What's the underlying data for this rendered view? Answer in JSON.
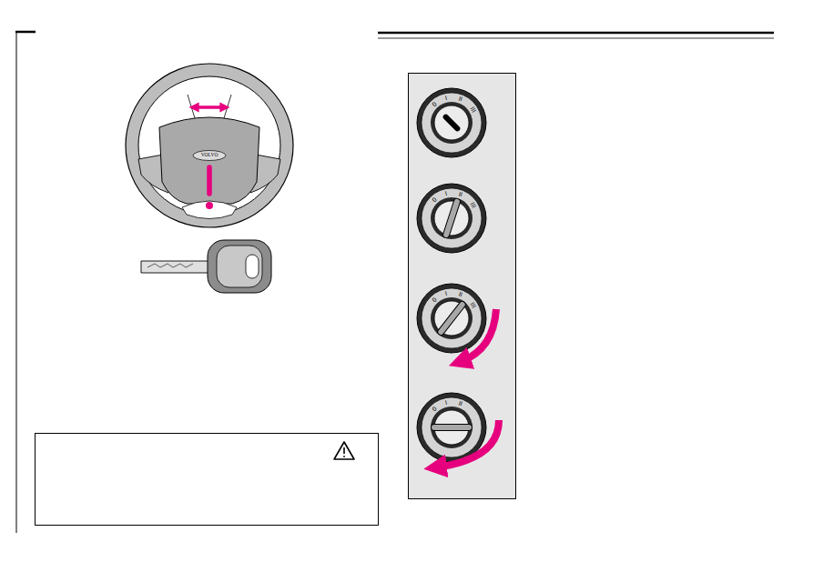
{
  "diagram": {
    "labels": [
      "VOLVO",
      "0",
      "I",
      "II",
      "III",
      "0",
      "I",
      "II",
      "III",
      "0",
      "I",
      "II",
      "III",
      "0",
      "I",
      "II"
    ]
  }
}
